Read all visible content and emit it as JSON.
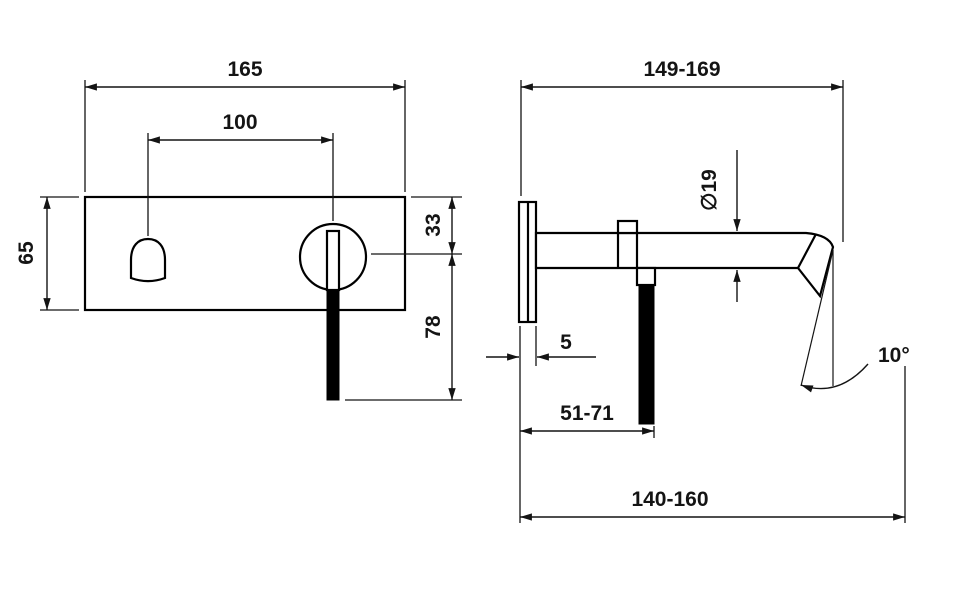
{
  "front_view": {
    "plate_width": "165",
    "spout_to_handle_distance": "100",
    "plate_height": "65",
    "top_to_center": "33",
    "center_to_lever_end": "78"
  },
  "side_view": {
    "spout_reach": "149-169",
    "spout_diameter": "∅19",
    "plate_thickness": "5",
    "lever_projection": "51-71",
    "spout_angle": "10°",
    "outlet_projection": "140-160"
  }
}
